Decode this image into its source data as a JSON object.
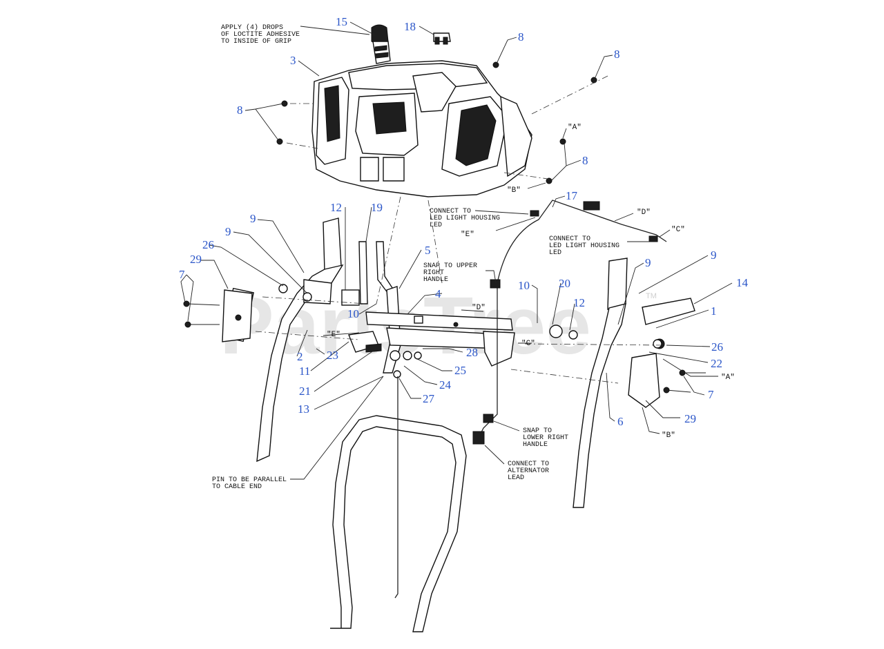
{
  "watermark": {
    "text": "PartsTree",
    "trademark": "TM"
  },
  "notes": {
    "loctite": [
      "APPLY (4) DROPS",
      "OF LOCTITE ADHESIVE",
      "TO INSIDE OF GRIP"
    ],
    "led_upper": [
      "CONNECT TO",
      "LED LIGHT HOUSING",
      "LED"
    ],
    "led_right": [
      "CONNECT TO",
      "LED LIGHT HOUSING",
      "LED"
    ],
    "snap_upper": [
      "SNAP TO UPPER",
      "RIGHT",
      "HANDLE"
    ],
    "snap_lower": [
      "SNAP TO",
      "LOWER RIGHT",
      "HANDLE"
    ],
    "alternator": [
      "CONNECT TO",
      "ALTERNATOR",
      "LEAD"
    ],
    "pin_parallel": [
      "PIN TO BE PARALLEL",
      "TO CABLE END"
    ]
  },
  "refs": {
    "A_top": "\"A\"",
    "B_top": "\"B\"",
    "D_top": "\"D\"",
    "C_top": "\"C\"",
    "E_top": "\"E\"",
    "D_mid": "\"D\"",
    "E_mid": "\"E\"",
    "C_mid": "\"C\"",
    "A_right": "\"A\"",
    "B_right": "\"B\""
  },
  "callouts": {
    "c15": "15",
    "c18": "18",
    "c8a": "8",
    "c8b": "8",
    "c3": "3",
    "c8c": "8",
    "c8d": "8",
    "c17": "17",
    "c12a": "12",
    "c19": "19",
    "c9a": "9",
    "c9b": "9",
    "c26a": "26",
    "c29a": "29",
    "c7a": "7",
    "c5": "5",
    "c4": "4",
    "c10a": "10",
    "c2": "2",
    "c23": "23",
    "c11": "11",
    "c21": "21",
    "c13": "13",
    "c28": "28",
    "c25": "25",
    "c24": "24",
    "c27": "27",
    "c10b": "10",
    "c20": "20",
    "c12b": "12",
    "c9c": "9",
    "c9d": "9",
    "c14": "14",
    "c1": "1",
    "c26b": "26",
    "c22": "22",
    "c7b": "7",
    "c6": "6",
    "c29b": "29"
  }
}
